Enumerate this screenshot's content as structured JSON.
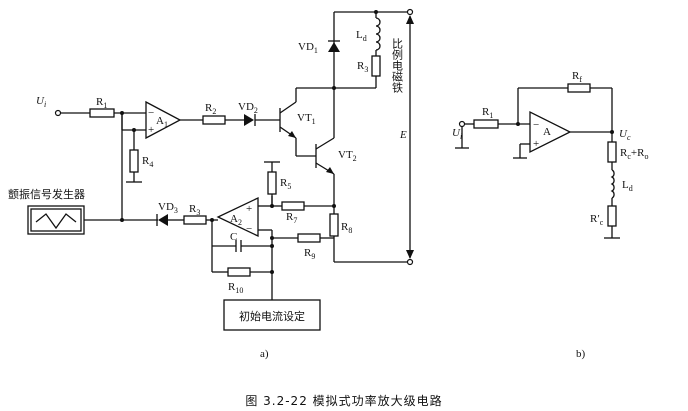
{
  "figure": {
    "caption": "图 3.2-22   模拟式功率放大级电路",
    "panel_a_label": "a)",
    "panel_b_label": "b)"
  },
  "panel_a": {
    "input": "U",
    "input_sub": "i",
    "R1": "R",
    "R1_sub": "1",
    "A1": "A",
    "A1_sub": "1",
    "R2": "R",
    "R2_sub": "2",
    "VD2": "VD",
    "VD2_sub": "2",
    "VT1": "VT",
    "VT1_sub": "1",
    "VT2": "VT",
    "VT2_sub": "2",
    "VD1": "VD",
    "VD1_sub": "1",
    "Ld": "L",
    "Ld_sub": "d",
    "R3": "R",
    "R3_sub": "3",
    "solenoid": "比例电磁铁",
    "E": "E",
    "R4": "R",
    "R4_sub": "4",
    "dither_generator": "颤振信号发生器",
    "VD3": "VD",
    "VD3_sub": "3",
    "R3b": "R",
    "R3b_sub": "3",
    "A2": "A",
    "A2_sub": "2",
    "R5": "R",
    "R5_sub": "5",
    "R7": "R",
    "R7_sub": "7",
    "R8": "R",
    "R8_sub": "8",
    "R9": "R",
    "R9_sub": "9",
    "C": "C",
    "R10": "R",
    "R10_sub": "10",
    "initial_current": "初始电流设定"
  },
  "panel_b": {
    "Rf": "R",
    "Rf_sub": "f",
    "R1": "R",
    "R1_sub": "1",
    "A": "A",
    "input": "U",
    "input_sub": "i",
    "Uc": "U",
    "Uc_sub": "c",
    "RcRo": "R",
    "RcRo_sub": "c",
    "RcRo_tail": "+R",
    "RcRo_tail_sub": "o",
    "Ld": "L",
    "Ld_sub": "d",
    "Rc2": "R′",
    "Rc2_sub": "c"
  }
}
